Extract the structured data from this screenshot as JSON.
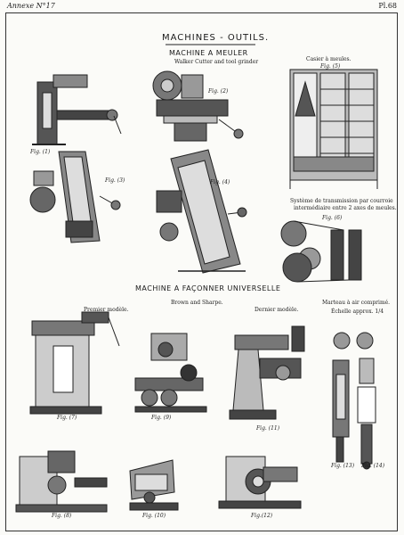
{
  "header": {
    "annex": "Annexe N°17",
    "plate": "Pl.68"
  },
  "title": "MACHINES - OUTILS.",
  "section1": {
    "title": "MACHINE A MEULER",
    "subtitle": "Walker Cutter and tool grinder"
  },
  "cabinet": {
    "caption": "Casier à meules."
  },
  "transmission": {
    "caption_line1": "Système de transmission par courroie",
    "caption_line2": "intermédiaire entre 2 axes de meules."
  },
  "section2": {
    "title": "MACHINE A FAÇONNER UNIVERSELLE",
    "subtitle": "Brown and Sharpe."
  },
  "premier_modele": "Premier modèle.",
  "dernier_modele": "Dernier modèle.",
  "marteau": {
    "title": "Marteau à air comprimé.",
    "subtitle": "Échelle approx. 1/4"
  },
  "figures": {
    "f1": "Fig. (1)",
    "f2": "Fig. (2)",
    "f3": "Fig. (3)",
    "f4": "Fig. (4)",
    "f5": "Fig. (5)",
    "f6": "Fig. (6)",
    "f7": "Fig. (7)",
    "f8": "Fig. (8)",
    "f9": "Fig. (9)",
    "f10": "Fig. (10)",
    "f11": "Fig. (11)",
    "f12": "Fig.(12)",
    "f13": "Fig. (13)",
    "f14": "Fig. (14)"
  }
}
